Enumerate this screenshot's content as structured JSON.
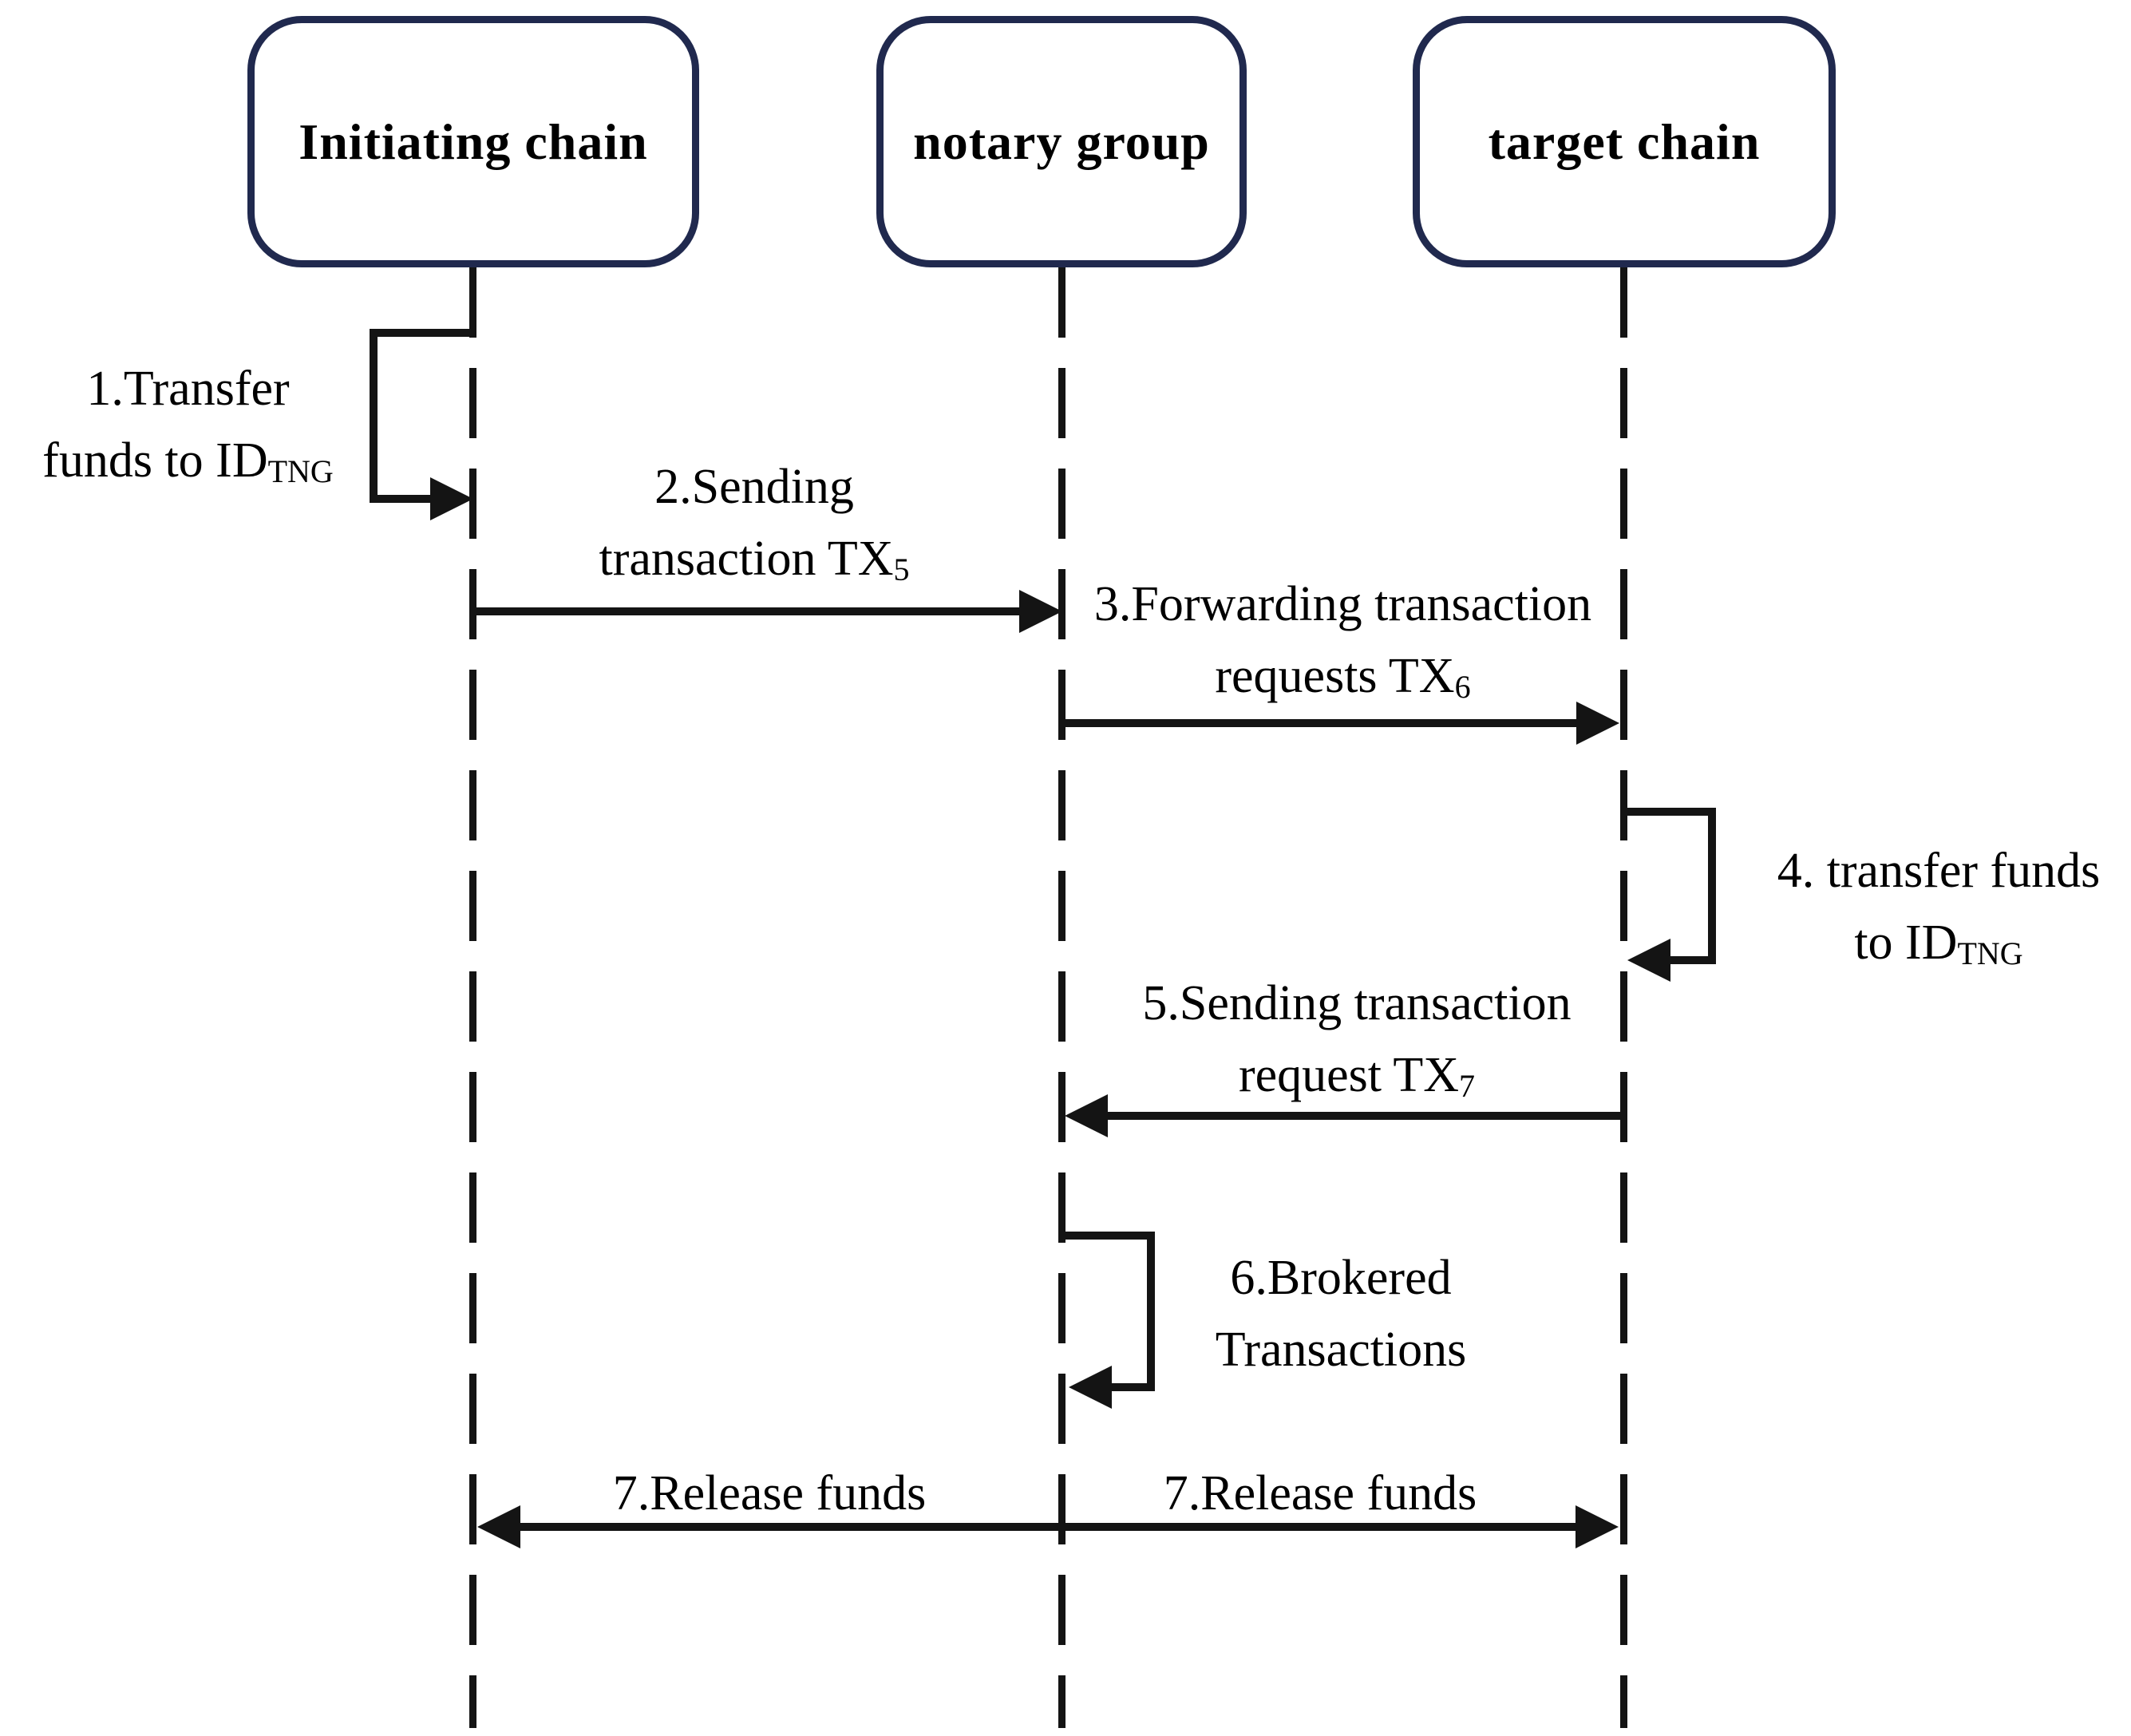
{
  "diagram_type": "sequence-diagram",
  "colors": {
    "background": "#ffffff",
    "box_border": "#20294e",
    "line": "#141414",
    "text": "#000000"
  },
  "actors": [
    {
      "id": "initiating-chain",
      "label": "Initiating chain"
    },
    {
      "id": "notary-group",
      "label": "notary group"
    },
    {
      "id": "target-chain",
      "label": "target chain"
    }
  ],
  "messages": {
    "m1": {
      "kind": "self-loop-left",
      "from": "initiating-chain",
      "to": "initiating-chain",
      "line1": "1.Transfer",
      "line2": "funds to  ID",
      "line2_sub": "TNG"
    },
    "m2": {
      "kind": "arrow-right",
      "from": "initiating-chain",
      "to": "notary-group",
      "line1": "2.Sending",
      "line2": "transaction  TX",
      "line2_sub": "5"
    },
    "m3": {
      "kind": "arrow-right",
      "from": "notary-group",
      "to": "target-chain",
      "line1": "3.Forwarding transaction",
      "line2": "requests TX",
      "line2_sub": "6"
    },
    "m4": {
      "kind": "self-loop-right",
      "from": "target-chain",
      "to": "target-chain",
      "line1": "4. transfer funds",
      "line2": "to  ID",
      "line2_sub": "TNG"
    },
    "m5": {
      "kind": "arrow-left",
      "from": "target-chain",
      "to": "notary-group",
      "line1": "5.Sending  transaction",
      "line2": "request TX",
      "line2_sub": "7"
    },
    "m6": {
      "kind": "self-loop-right",
      "from": "notary-group",
      "to": "notary-group",
      "line1": "6.Brokered",
      "line2": "Transactions"
    },
    "m7": {
      "kind": "arrow-both",
      "from": "initiating-chain",
      "to": "target-chain",
      "label_left": "7.Release funds",
      "label_right": "7.Release funds"
    }
  }
}
